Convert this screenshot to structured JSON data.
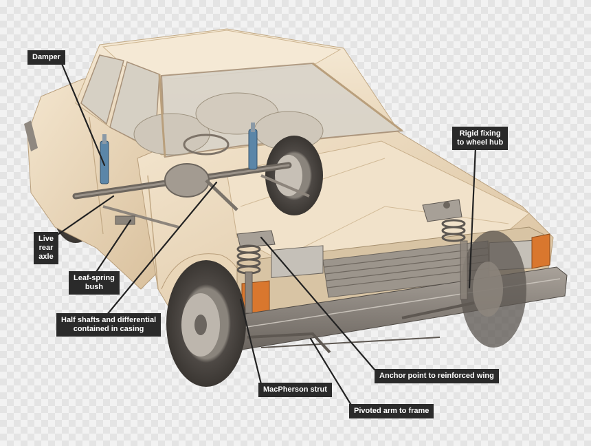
{
  "labels": {
    "damper": "Damper",
    "live_rear_axle": [
      "Live",
      "rear",
      "axle"
    ],
    "leaf_spring_bush": [
      "Leaf-spring",
      "bush"
    ],
    "half_shafts": [
      "Half shafts and differential",
      "contained in casing"
    ],
    "rigid_fixing": [
      "Rigid fixing",
      "to wheel hub"
    ],
    "anchor_point": "Anchor point to reinforced wing",
    "macpherson_strut": "MacPherson strut",
    "pivoted_arm": "Pivoted arm to frame"
  },
  "colors": {
    "label_bg": "#2a2a2a",
    "label_text": "#ffffff",
    "leader_line": "#222222",
    "car_body": "#efdcc0",
    "car_body_shade": "#d9c09c",
    "glass": "#d8d2c6",
    "tyre": "#5a5550",
    "suspension_blue": "#5b86a8",
    "indicator_orange": "#d9772e"
  }
}
